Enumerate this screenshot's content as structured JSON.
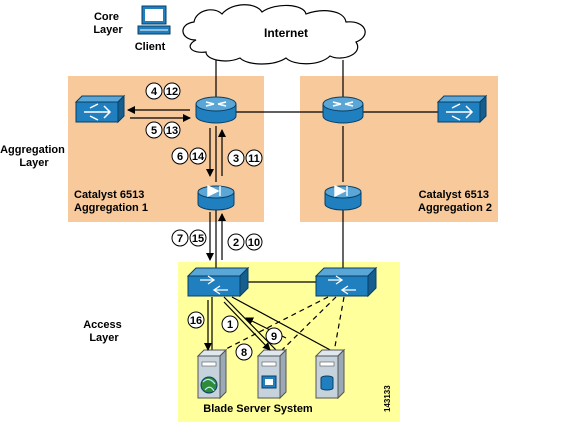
{
  "layers": {
    "core": [
      "Core",
      "Layer"
    ],
    "aggregation": [
      "Aggregation",
      "Layer"
    ],
    "access": [
      "Access",
      "Layer"
    ]
  },
  "labels": {
    "client": "Client",
    "internet": "Internet",
    "agg1": [
      "Catalyst 6513",
      "Aggregation 1"
    ],
    "agg2": [
      "Catalyst 6513",
      "Aggregation 2"
    ],
    "blade": "Blade Server System",
    "figure_id": "143133"
  },
  "steps": [
    "4",
    "12",
    "5",
    "13",
    "6",
    "14",
    "3",
    "11",
    "7",
    "15",
    "2",
    "10",
    "16",
    "1",
    "9",
    "8"
  ],
  "colors": {
    "aggregation_box": "#f7c99b",
    "access_box": "#ffff9c",
    "device_blue": "#1f7fbf",
    "device_light": "#5aa6d6"
  },
  "icons": [
    "computer-icon",
    "cloud-icon",
    "router-icon",
    "switch-icon",
    "firewall-icon",
    "server-icon"
  ]
}
